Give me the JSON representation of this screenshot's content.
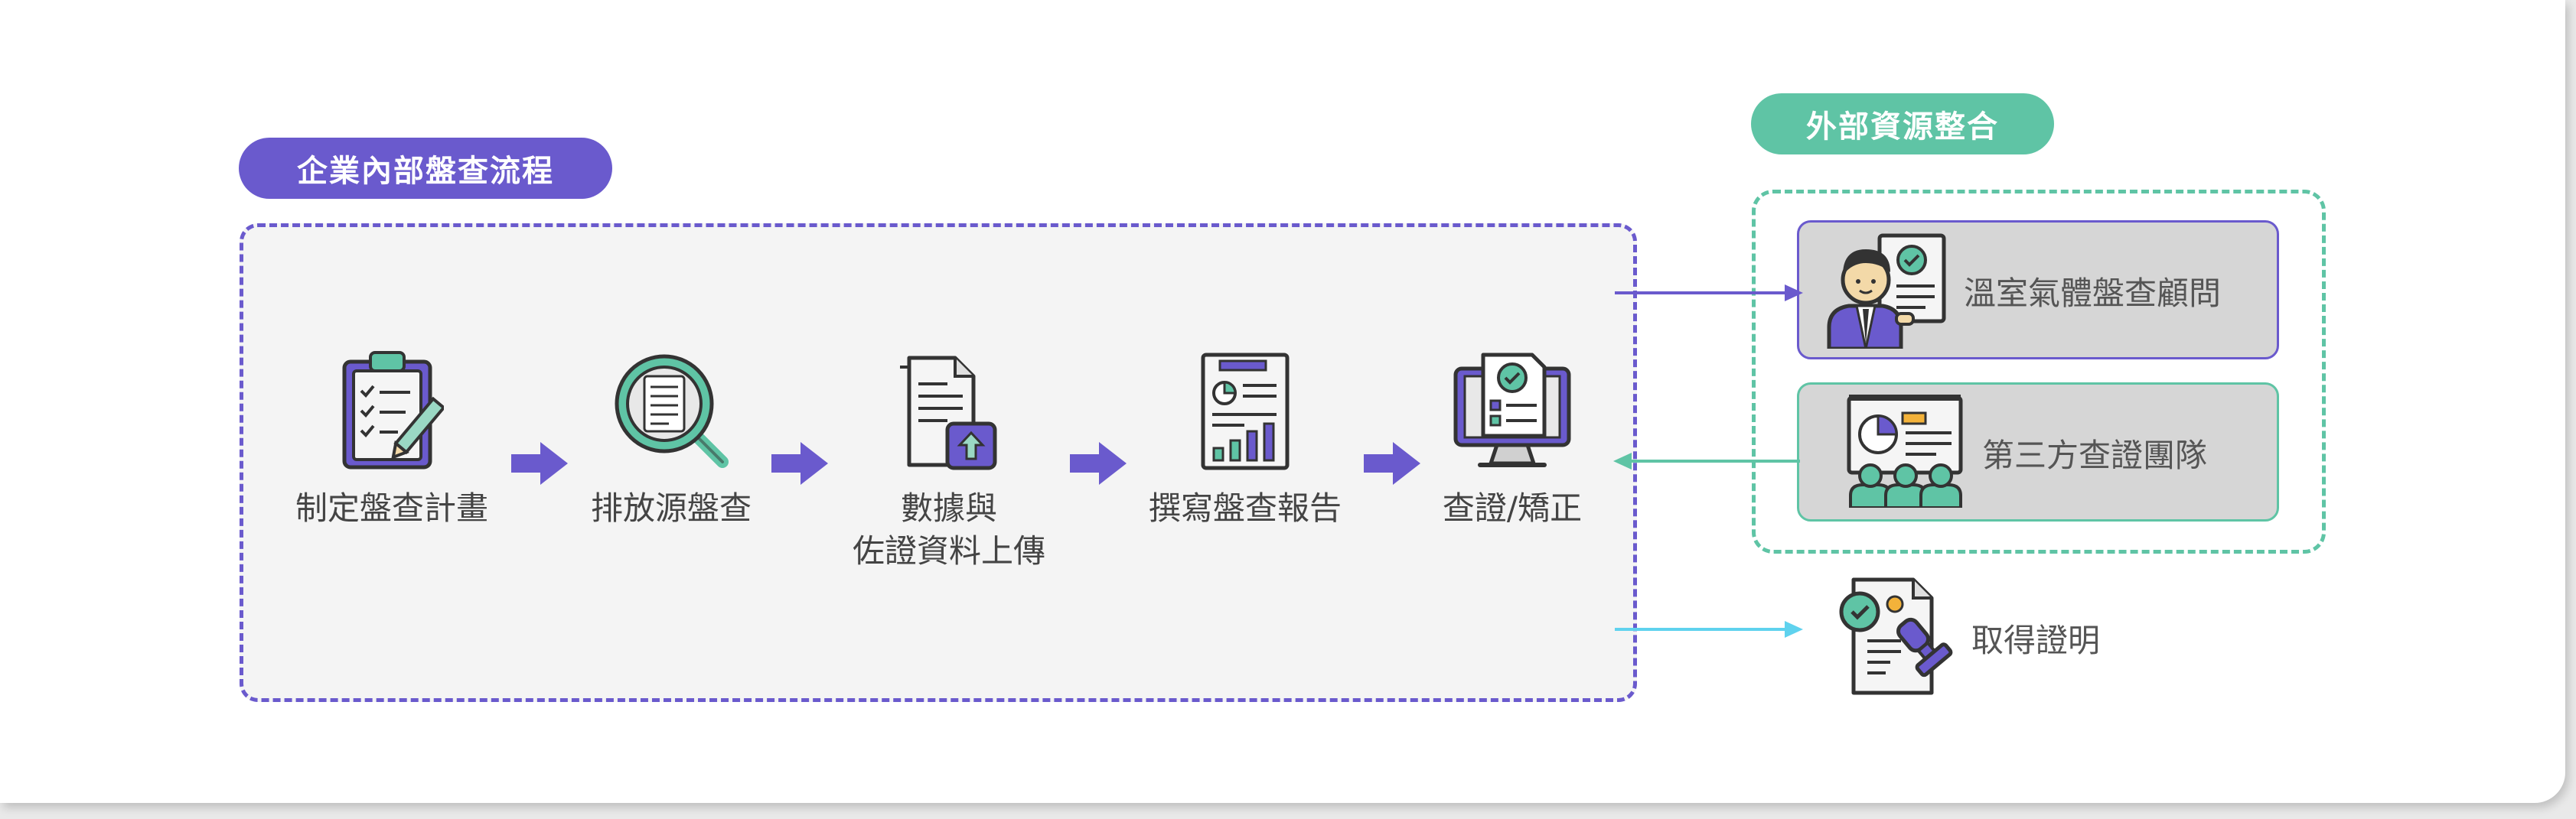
{
  "groups": {
    "internal_title": "企業內部盤查流程",
    "external_title": "外部資源整合"
  },
  "steps": [
    {
      "label": "制定盤查計畫",
      "icon": "clipboard-checklist-icon"
    },
    {
      "label": "排放源盤查",
      "icon": "magnifier-document-icon"
    },
    {
      "label_line1": "數據與",
      "label_line2": "佐證資料上傳",
      "icon": "document-upload-icon"
    },
    {
      "label": "撰寫盤查報告",
      "icon": "report-chart-icon"
    },
    {
      "label": "查證/矯正",
      "icon": "monitor-verify-icon"
    }
  ],
  "external": {
    "consultant": "溫室氣體盤查顧問",
    "verifier": "第三方查證團隊"
  },
  "outcome": {
    "label": "取得證明",
    "icon": "certificate-stamp-icon"
  },
  "colors": {
    "internal": "#6a5acd",
    "external": "#5fc4a5",
    "certificate_arrow": "#5fd2ee",
    "box_fill": "#f4f4f4",
    "ext_card_fill": "#d6d6d6"
  }
}
